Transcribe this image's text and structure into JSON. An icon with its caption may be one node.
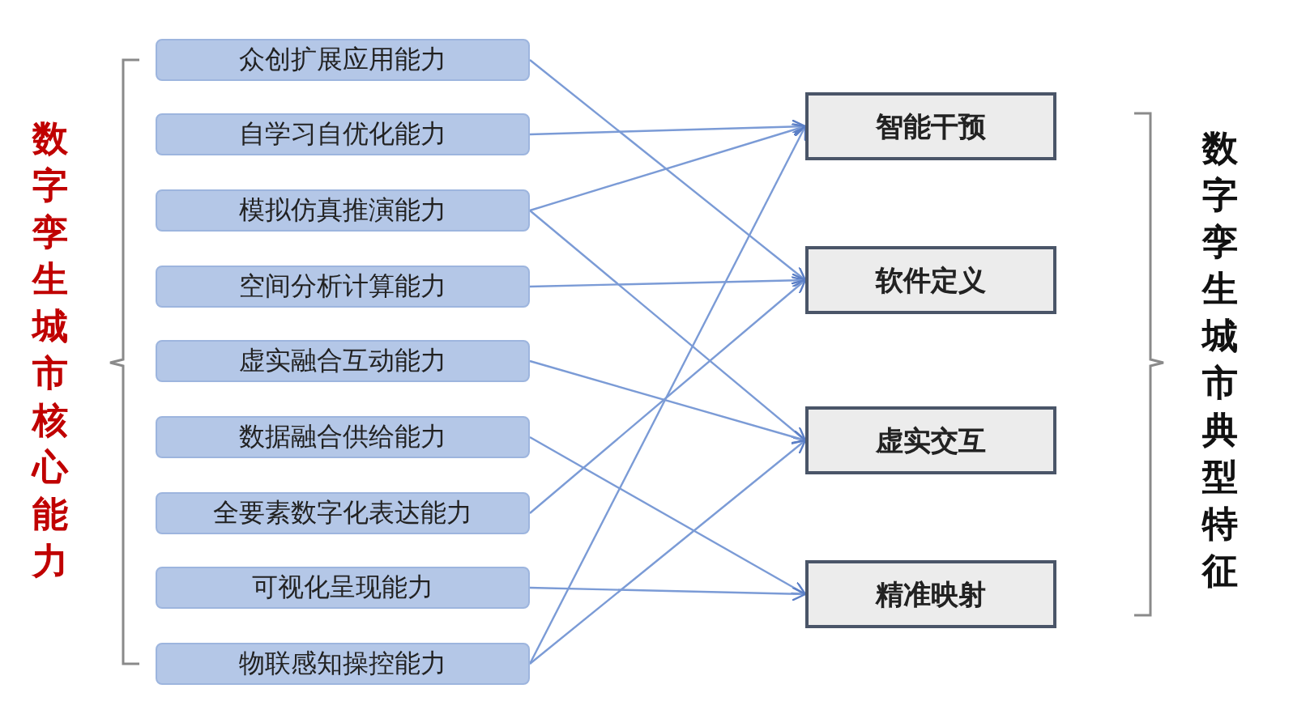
{
  "diagram": {
    "nodes": [
      {
        "text": [
          "众创扩展应用能力"
        ]
      },
      {
        "text": [
          "自学习自优化能力"
        ]
      },
      {
        "text": [
          "模拟仿真推演能力"
        ]
      },
      {
        "text": [
          "空间分析计算能力"
        ]
      },
      {
        "text": [
          "虚实融合互动能力"
        ]
      },
      {
        "text": [
          "数据融合供给能力"
        ]
      },
      {
        "text": [
          "全要素数字化表达能力"
        ]
      },
      {
        "text": [
          "可视化呈现能力"
        ]
      },
      {
        "text": [
          "物联感知操控能力"
        ]
      },
      {
        "text": [
          "智能干预"
        ]
      },
      {
        "text": [
          "软件定义"
        ]
      },
      {
        "text": [
          "虚实交互"
        ]
      },
      {
        "text": [
          "精准映射"
        ]
      }
    ],
    "edges": [
      {
        "from": 0,
        "to": 10,
        "arrow": "to"
      },
      {
        "from": 1,
        "to": 9,
        "arrow": "to"
      },
      {
        "from": 2,
        "to": 9,
        "arrow": "to"
      },
      {
        "from": 2,
        "to": 11,
        "arrow": "to"
      },
      {
        "from": 3,
        "to": 10,
        "arrow": "to"
      },
      {
        "from": 4,
        "to": 11,
        "arrow": "to"
      },
      {
        "from": 5,
        "to": 12,
        "arrow": "to"
      },
      {
        "from": 6,
        "to": 10,
        "arrow": "to"
      },
      {
        "from": 7,
        "to": 12,
        "arrow": "to"
      },
      {
        "from": 8,
        "to": 9,
        "arrow": "to"
      },
      {
        "from": 8,
        "to": 11,
        "arrow": "to"
      }
    ],
    "labels": [
      "数字孪生城市核心能力",
      "数字孪生城市典型特征"
    ]
  }
}
